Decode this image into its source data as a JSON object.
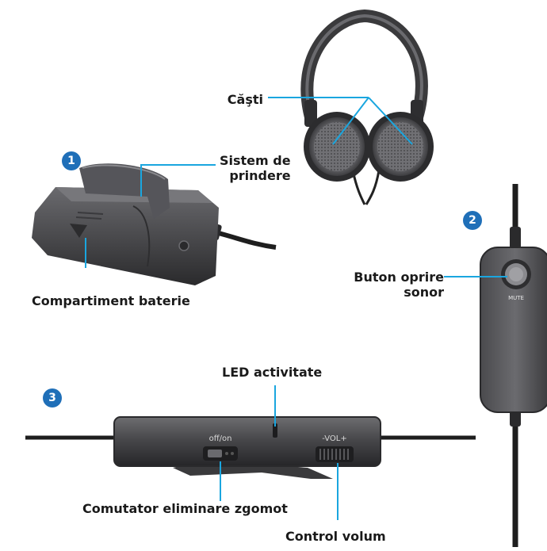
{
  "colors": {
    "leader_line": "#1aa6df",
    "badge": "#1f6fb8",
    "device_dark": "#3a3a3c",
    "device_mid": "#5b5b5e"
  },
  "badges": {
    "one": "1",
    "two": "2",
    "three": "3"
  },
  "labels": {
    "headphones": "Căşti",
    "clip_line1": "Sistem de",
    "clip_line2": "prindere",
    "battery": "Compartiment baterie",
    "mute_line1": "Buton oprire",
    "mute_line2": "sonor",
    "led": "LED activitate",
    "noise_switch": "Comutator eliminare zgomot",
    "volume": "Control volum"
  },
  "device_text": {
    "mute": "MUTE",
    "off_on": "off/on",
    "vol": "-VOL+"
  }
}
